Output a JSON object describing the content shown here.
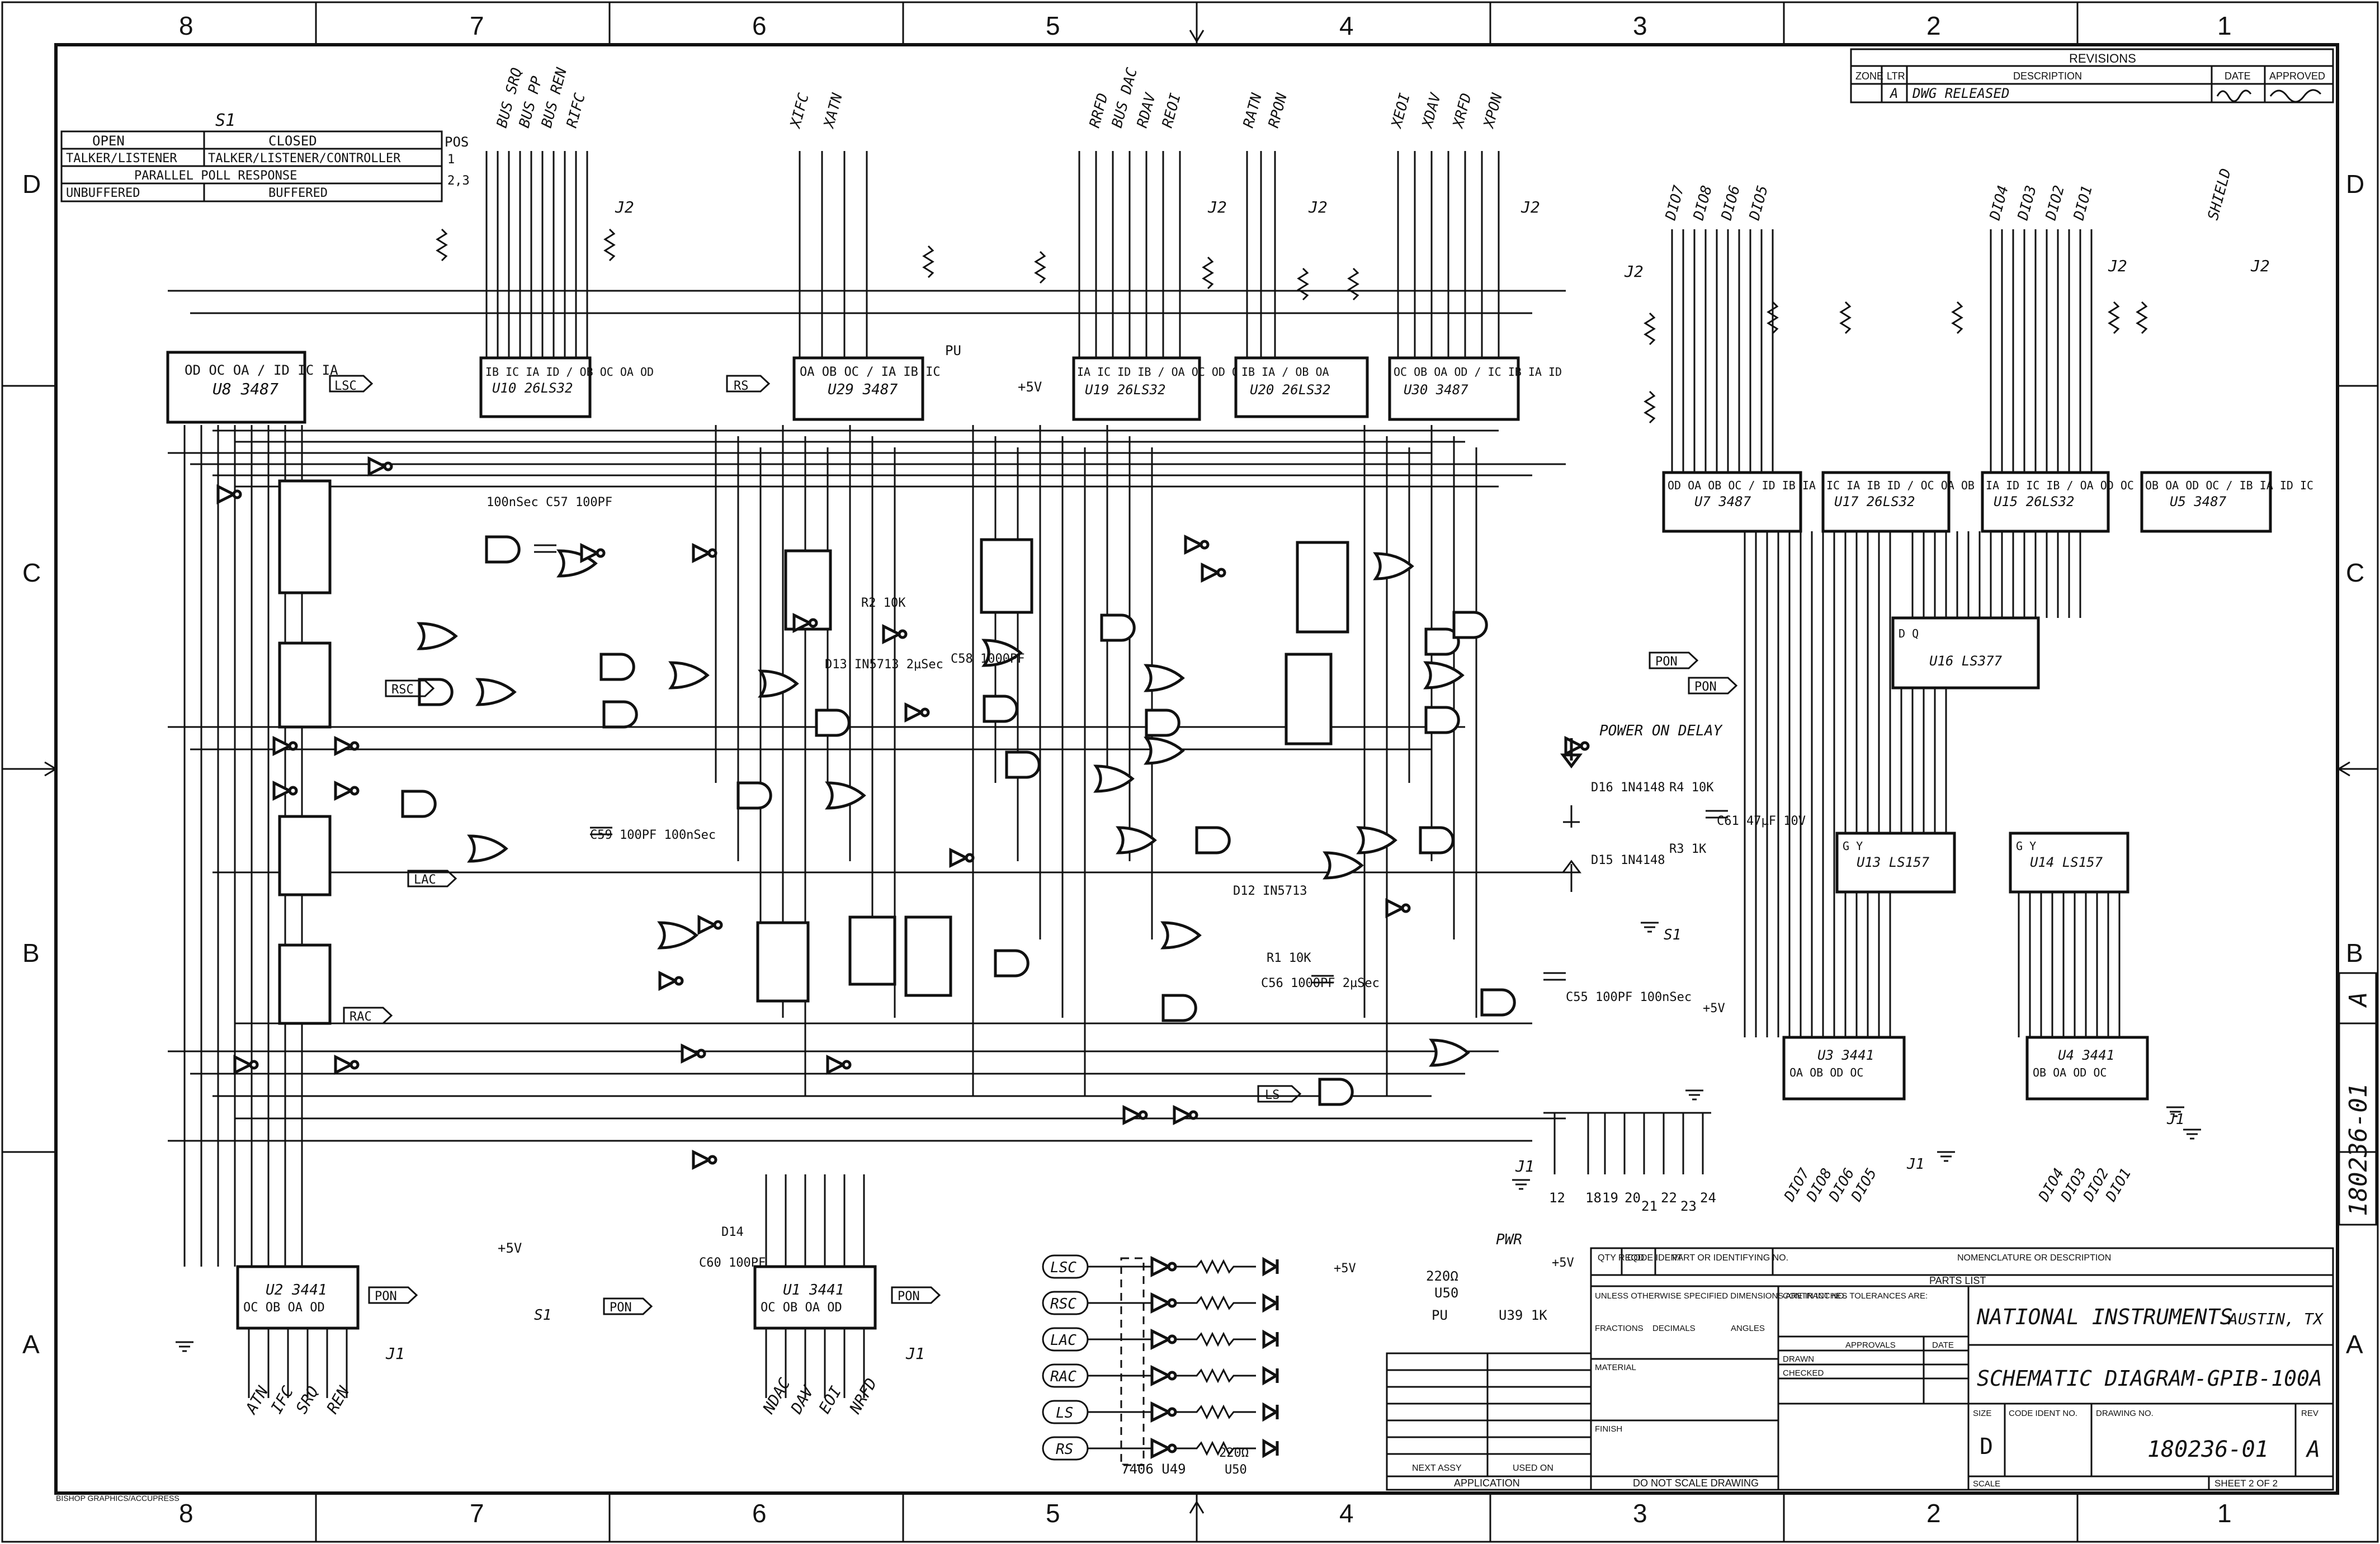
{
  "zones": {
    "columns": [
      "8",
      "7",
      "6",
      "5",
      "4",
      "3",
      "2",
      "1"
    ],
    "rows": [
      "D",
      "C",
      "B",
      "A"
    ]
  },
  "revisions": {
    "title": "REVISIONS",
    "headers": [
      "ZONE",
      "LTR",
      "DESCRIPTION",
      "DATE",
      "APPROVED"
    ],
    "row": {
      "ltr": "A",
      "description": "DWG RELEASED"
    }
  },
  "switch_table": {
    "title": "S1",
    "headers": [
      "OPEN",
      "CLOSED",
      "POS"
    ],
    "rows": [
      [
        "TALKER/LISTENER",
        "TALKER/LISTENER/CONTROLLER",
        "1"
      ],
      [
        "PARALLEL POLL RESPONSE",
        "",
        "2,3"
      ],
      [
        "UNBUFFERED",
        "BUFFERED",
        ""
      ]
    ]
  },
  "signals_top": [
    "BUS SRQ",
    "BUS PP",
    "BUS REN",
    "RIFC",
    "XIFC",
    "XATN",
    "RRFD",
    "BUS DAC",
    "RDAV",
    "REOI",
    "RATN",
    "RPON",
    "XEOI",
    "XDAV",
    "XRFD",
    "XPON",
    "DIO7",
    "DIO8",
    "DIO6",
    "DIO5",
    "DIO4",
    "DIO3",
    "DIO2",
    "DIO1",
    "SHIELD"
  ],
  "connectors": {
    "j2": "J2",
    "j1": "J1"
  },
  "chips": [
    {
      "id": "u8",
      "name": "U8 3487",
      "pins": "OD OC OA / ID IC IA"
    },
    {
      "id": "u10",
      "name": "U10 26LS32",
      "pins": "IB IC IA ID / OB OC OA OD"
    },
    {
      "id": "u29",
      "name": "U29 3487",
      "pins": "OA OB OC / IA IB IC"
    },
    {
      "id": "u19",
      "name": "U19 26LS32",
      "pins": "IA IC ID IB / OA OC OD OB"
    },
    {
      "id": "u20",
      "name": "U20 26LS32",
      "pins": "IB IA / OB OA"
    },
    {
      "id": "u30",
      "name": "U30 3487",
      "pins": "OC OB OA OD / IC IB IA ID"
    },
    {
      "id": "u7",
      "name": "U7 3487",
      "pins": "OD OA OB OC / ID IB IA IC"
    },
    {
      "id": "u17",
      "name": "U17 26LS32",
      "pins": "IC IA IB ID / OC OA OB OD"
    },
    {
      "id": "u15",
      "name": "U15 26LS32",
      "pins": "IA ID IC IB / OA OD OC OB"
    },
    {
      "id": "u5",
      "name": "U5 3487",
      "pins": "OB OA OD OC / IB IA ID IC"
    },
    {
      "id": "u16",
      "name": "U16 LS377",
      "pins": "D Q"
    },
    {
      "id": "u13",
      "name": "U13 LS157",
      "pins": "G Y"
    },
    {
      "id": "u14",
      "name": "U14 LS157",
      "pins": "G Y"
    },
    {
      "id": "u3",
      "name": "U3 3441",
      "pins": "OA OB OD OC"
    },
    {
      "id": "u4",
      "name": "U4 3441",
      "pins": "OB OA OD OC"
    },
    {
      "id": "u2",
      "name": "U2 3441",
      "pins": "OC OB OA OD"
    },
    {
      "id": "u1",
      "name": "U1 3441",
      "pins": "OC OB OA OD"
    }
  ],
  "labels": {
    "lsc": "LSC",
    "rsc": "RSC",
    "lac": "LAC",
    "rac": "RAC",
    "ls": "LS",
    "rs": "RS",
    "pon": "PON",
    "pu": "PU",
    "plus5v": "+5V",
    "power_on_delay": "POWER ON DELAY",
    "c57": "100nSec C57 100PF",
    "c59": "C59 100PF 100nSec",
    "c58": "C58 1000PF",
    "r2": "R2 10K",
    "d13": "D13 IN5713 2µSec",
    "d12": "D12 IN5713",
    "r1": "R1 10K",
    "c56": "C56 1000PF 2µSec",
    "c55": "C55 100PF 100nSec",
    "c60": "C60 100PF",
    "d14": "D14",
    "d16": "D16 1N4148",
    "d15": "D15 1N4148",
    "r4": "R4 10K",
    "r3": "R3 1K",
    "c61": "C61 47µF 10V",
    "s1": "S1",
    "pwr": "PWR",
    "r220": "220Ω",
    "u50": "U50",
    "u39_1k": "U39 1K",
    "u49": "7406 U49",
    "bottom_bus_left": [
      "ATN",
      "IFC",
      "SRQ",
      "REN"
    ],
    "bottom_bus_mid": [
      "NDAC",
      "DAV",
      "EOI",
      "NRFD"
    ],
    "bottom_bus_right": [
      "DIO7",
      "DIO8",
      "DIO6",
      "DIO5"
    ],
    "bottom_bus_far_right": [
      "DIO4",
      "DIO3",
      "DIO2",
      "DIO1"
    ],
    "j1_pins": [
      "12",
      "18",
      "19",
      "20",
      "21",
      "22",
      "23",
      "24"
    ],
    "bishop": "BISHOP GRAPHICS/ACCUPRESS"
  },
  "title_block": {
    "parts_list_headers": [
      "QTY REQD",
      "CODE IDENT",
      "PART OR IDENTIFYING NO.",
      "NOMENCLATURE OR DESCRIPTION"
    ],
    "parts_list": "PARTS LIST",
    "tolerances": "UNLESS OTHERWISE SPECIFIED DIMENSIONS ARE IN INCHES TOLERANCES ARE:",
    "fractions": "FRACTIONS",
    "decimals": "DECIMALS",
    "angles": "ANGLES",
    "material": "MATERIAL",
    "finish": "FINISH",
    "contract_no": "CONTRACT NO.",
    "approvals": "APPROVALS",
    "date": "DATE",
    "drawn": "DRAWN",
    "checked": "CHECKED",
    "company": "NATIONAL INSTRUMENTS",
    "location": "AUSTIN, TX",
    "drawing_title": "SCHEMATIC DIAGRAM-GPIB-100A",
    "size_label": "SIZE",
    "size": "D",
    "code_ident_label": "CODE IDENT NO.",
    "dwg_no_label": "DRAWING NO.",
    "dwg_no": "180236-01",
    "rev_label": "REV",
    "rev": "A",
    "scale_label": "SCALE",
    "sheet": "SHEET 2 OF 2",
    "next_assy": "NEXT ASSY",
    "used_on": "USED ON",
    "application": "APPLICATION",
    "do_not_scale": "DO NOT SCALE DRAWING"
  },
  "side_dwg": {
    "number": "180236-01",
    "rev": "A"
  }
}
